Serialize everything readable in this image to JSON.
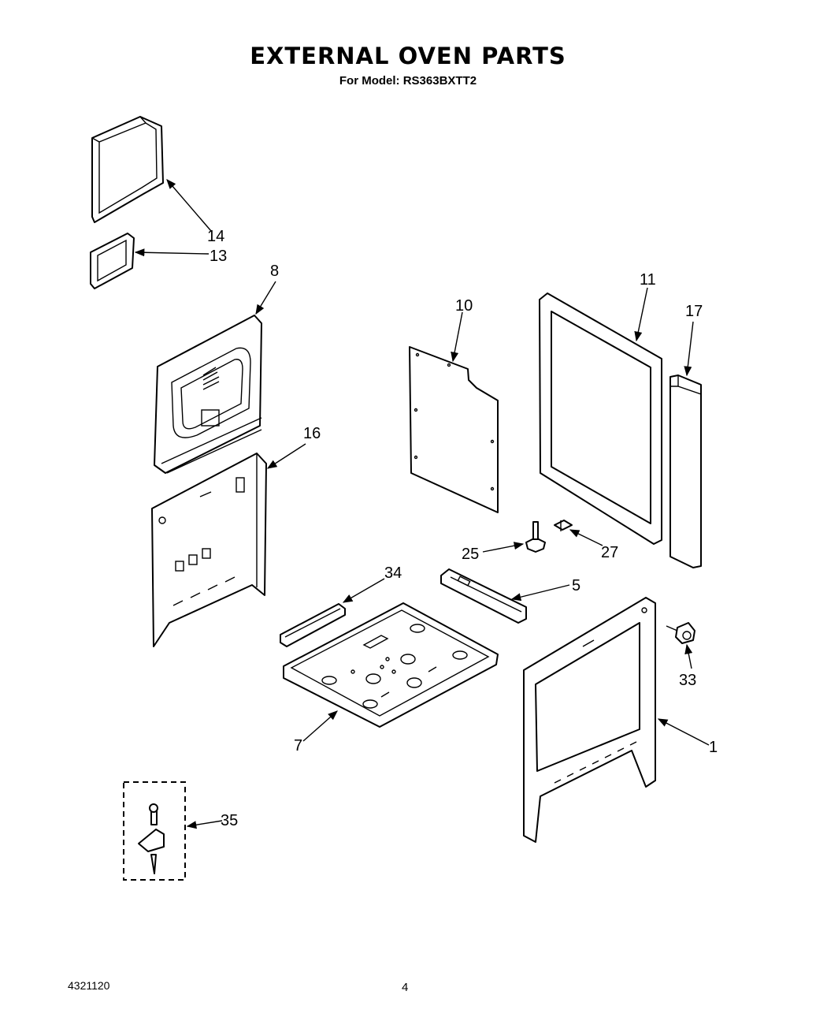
{
  "header": {
    "title": "EXTERNAL OVEN PARTS",
    "subtitle": "For Model: RS363BXTT2"
  },
  "footer": {
    "doc_number": "4321120",
    "page_number": "4"
  },
  "callouts": {
    "p14": "14",
    "p13": "13",
    "p8": "8",
    "p10": "10",
    "p11": "11",
    "p17": "17",
    "p16": "16",
    "p25": "25",
    "p27": "27",
    "p34": "34",
    "p5": "5",
    "p33": "33",
    "p7": "7",
    "p1": "1",
    "p35": "35"
  }
}
